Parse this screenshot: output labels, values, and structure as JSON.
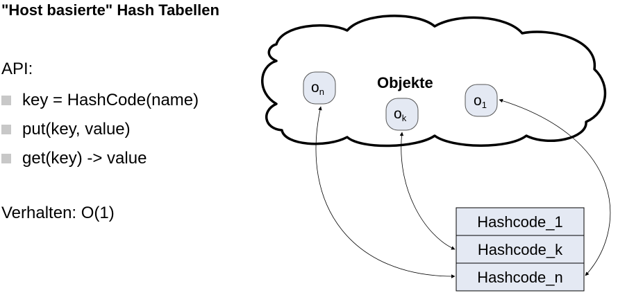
{
  "title": "\"Host basierte\" Hash Tabellen",
  "api_label": "API:",
  "api_items": [
    "key = HashCode(name)",
    "put(key, value)",
    "get(key) -> value"
  ],
  "behavior": "Verhalten: O(1)",
  "cloud": {
    "label": "Objekte",
    "objects": [
      {
        "base": "o",
        "sub": "n"
      },
      {
        "base": "o",
        "sub": "k"
      },
      {
        "base": "o",
        "sub": "1"
      }
    ]
  },
  "hash_table": {
    "rows": [
      "Hashcode_1",
      "Hashcode_k",
      "Hashcode_n"
    ]
  },
  "colors": {
    "object_fill": "#e4e9f3",
    "table_fill": "#e4e9f3",
    "bullet": "#c8c8c8"
  }
}
